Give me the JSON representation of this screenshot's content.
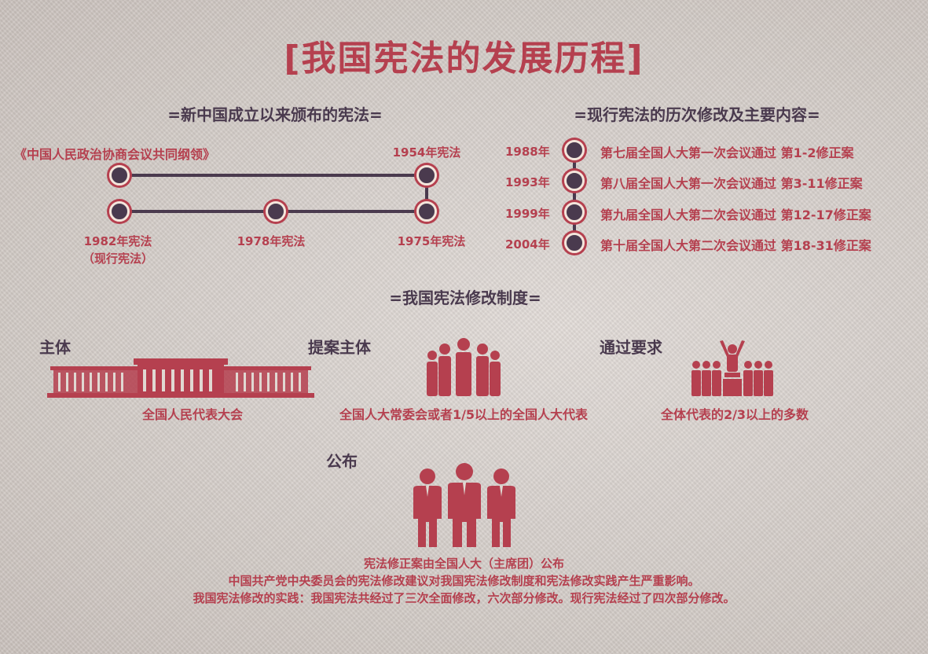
{
  "title": "[我国宪法的发展历程]",
  "section1": {
    "heading": "=新中国成立以来颁布的宪法=",
    "items": [
      "《中国人民政治协商会议共同纲领》",
      "1954年宪法",
      "1975年宪法",
      "1978年宪法",
      "1982年宪法",
      "（现行宪法）"
    ]
  },
  "section2": {
    "heading": "=现行宪法的历次修改及主要内容=",
    "rows": [
      {
        "year": "1988年",
        "text": "第七届全国人大第一次会议通过 第1-2修正案"
      },
      {
        "year": "1993年",
        "text": "第八届全国人大第一次会议通过 第3-11修正案"
      },
      {
        "year": "1999年",
        "text": "第九届全国人大第二次会议通过 第12-17修正案"
      },
      {
        "year": "2004年",
        "text": "第十届全国人大第二次会议通过 第18-31修正案"
      }
    ]
  },
  "section3": {
    "heading": "=我国宪法修改制度=",
    "subject": {
      "label": "主体",
      "desc": "全国人民代表大会"
    },
    "proposer": {
      "label": "提案主体",
      "desc": "全国人大常委会或者1/5以上的全国人大代表"
    },
    "requirement": {
      "label": "通过要求",
      "desc": "全体代表的2/3以上的多数"
    },
    "promulgation": {
      "label": "公布"
    }
  },
  "footer": [
    "宪法修正案由全国人大（主席团）公布",
    "中国共产党中央委员会的宪法修改建议对我国宪法修改制度和宪法修改实践产生严重影响。",
    "我国宪法修改的实践：我国宪法共经过了三次全面修改，六次部分修改。现行宪法经过了四次部分修改。"
  ],
  "colors": {
    "accent": "#b5404f",
    "dark": "#4a3a4e"
  }
}
